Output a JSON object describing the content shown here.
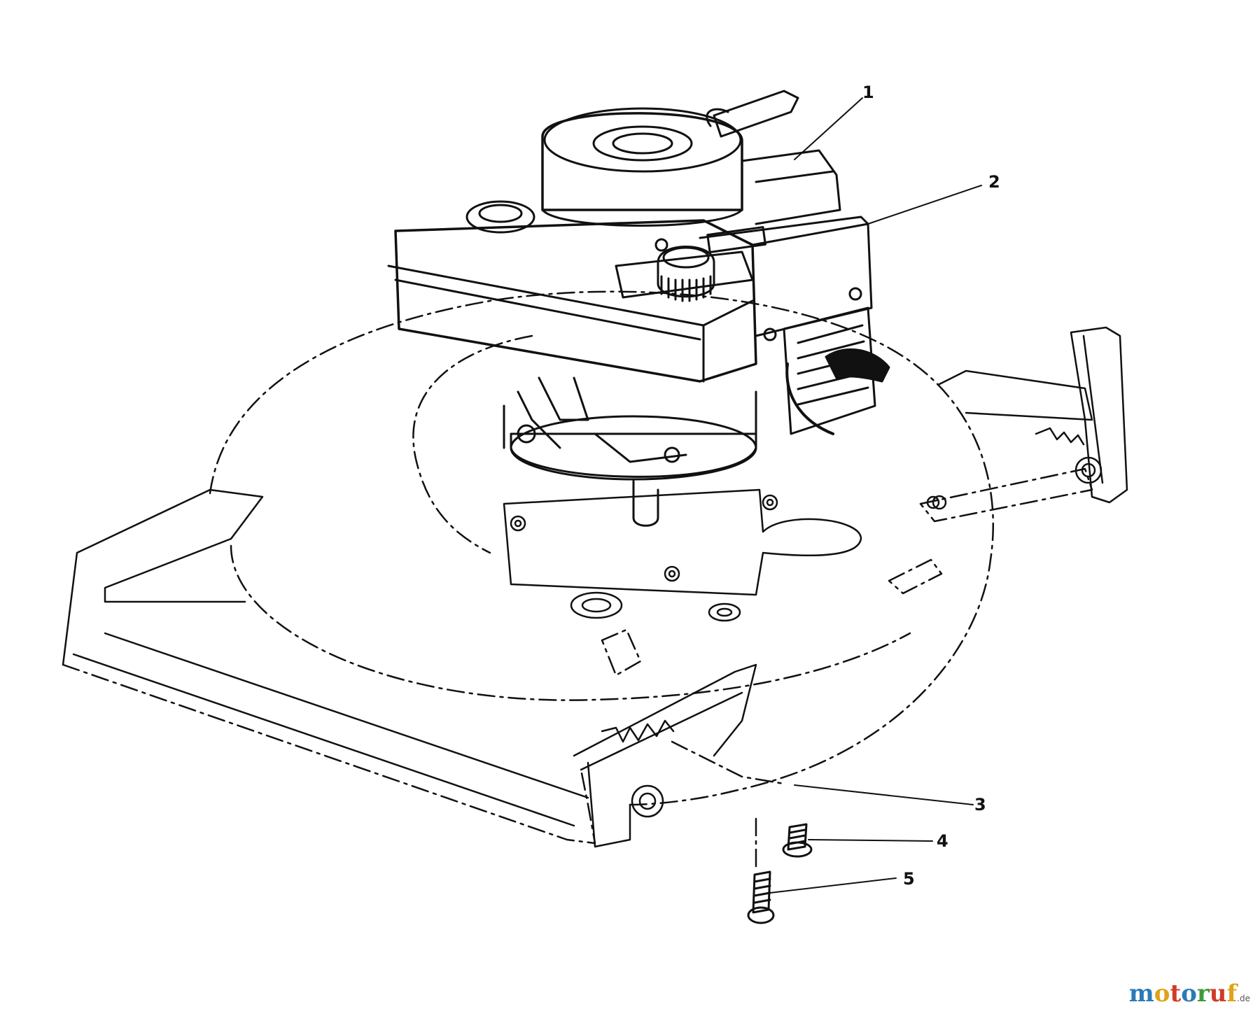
{
  "callouts": [
    {
      "id": "1",
      "label": "1"
    },
    {
      "id": "2",
      "label": "2"
    },
    {
      "id": "3",
      "label": "3"
    },
    {
      "id": "4",
      "label": "4"
    },
    {
      "id": "5",
      "label": "5"
    }
  ],
  "watermark": {
    "text": "motoruf",
    "suffix": ".de",
    "letter_colors": [
      "#2a7ab8",
      "#e0a21a",
      "#d23a2a",
      "#2a7ab8",
      "#3e9a3a",
      "#d23a2a",
      "#e0a21a"
    ]
  },
  "colors": {
    "line": "#111111",
    "background": "#ffffff"
  }
}
